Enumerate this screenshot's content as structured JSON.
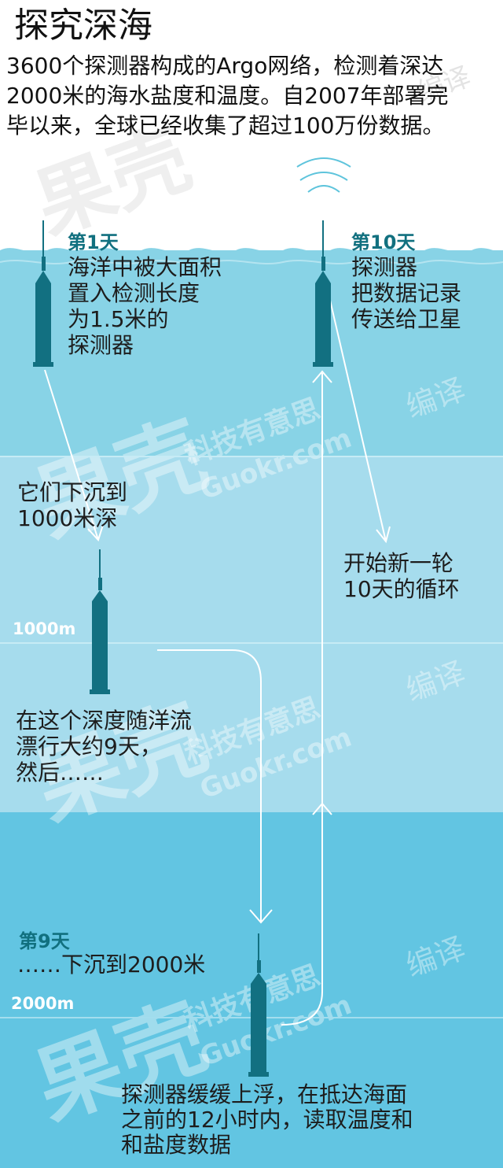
{
  "title": "探究深海",
  "intro": [
    "3600个探测器构成的Argo网络，检测着深达",
    "2000米的海水盐度和温度。自2007年部署完",
    "毕以来，全球已经收集了超过100万份数据。"
  ],
  "day1": {
    "heading": "第1天",
    "lines": [
      "海洋中被大面积",
      "置入检测长度",
      "为1.5米的",
      "探测器"
    ]
  },
  "day10": {
    "heading": "第10天",
    "lines": [
      "探测器",
      "把数据记录",
      "传送给卫星"
    ]
  },
  "sink": {
    "lines": [
      "它们下沉到",
      "1000米深"
    ]
  },
  "cycle": {
    "lines": [
      "开始新一轮",
      "10天的循环"
    ]
  },
  "depth_1000": "1000m",
  "drift": {
    "lines": [
      "在这个深度随洋流",
      "漂行大约9天，",
      "然后……"
    ]
  },
  "day9": {
    "heading": "第9天",
    "line": "……下沉到2000米"
  },
  "depth_2000": "2000m",
  "rise": {
    "lines": [
      "探测器缓缓上浮，在抵达海面",
      "之前的12小时内，读取温度和",
      "和盐度数据"
    ]
  },
  "watermark": {
    "brand": "果壳",
    "tagline": "科技有意思",
    "site": "Guokr.com",
    "label": "编译"
  },
  "colors": {
    "surface_water": "#88d3e6",
    "mid_water": "#a6dced",
    "deep_water": "#62c5e2",
    "probe": "#127081",
    "accent_text": "#11707f"
  }
}
